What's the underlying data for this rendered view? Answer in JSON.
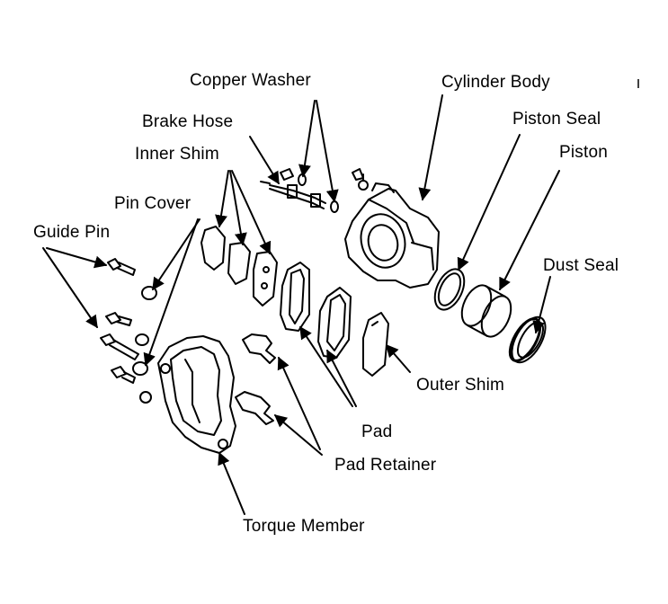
{
  "diagram": {
    "labels": {
      "copper_washer": "Copper Washer",
      "cylinder_body": "Cylinder Body",
      "brake_hose": "Brake Hose",
      "piston_seal": "Piston Seal",
      "inner_shim": "Inner Shim",
      "piston": "Piston",
      "pin_cover": "Pin Cover",
      "guide_pin": "Guide Pin",
      "dust_seal": "Dust Seal",
      "outer_shim": "Outer Shim",
      "pad": "Pad",
      "pad_retainer": "Pad Retainer",
      "torque_member": "Torque Member"
    },
    "colors": {
      "ink": "#000000",
      "paper": "#ffffff"
    }
  }
}
